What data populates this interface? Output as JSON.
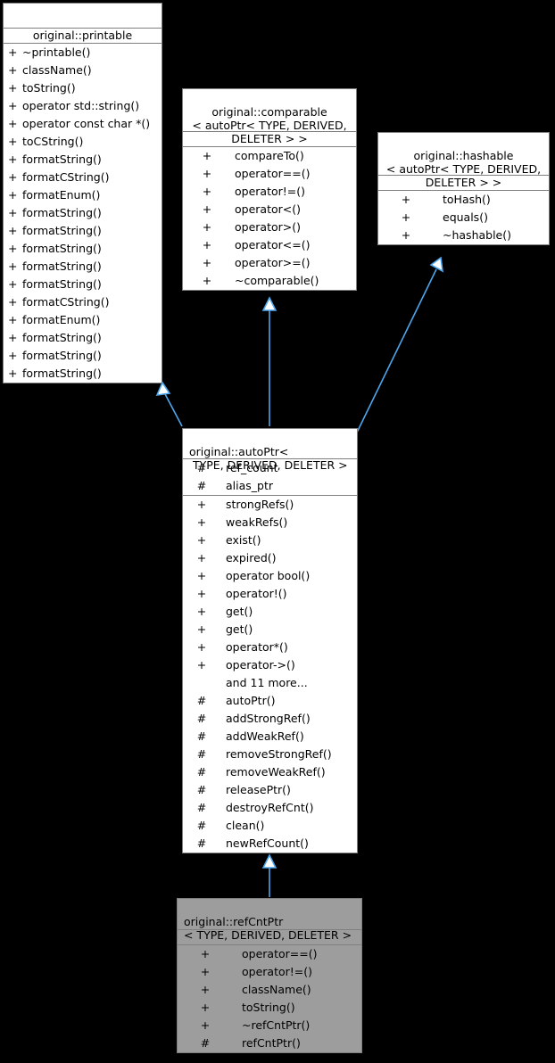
{
  "diagram": {
    "kind": "uml-class-inheritance-diagram",
    "background_color": "#000000",
    "edge_color": "#4ea6ec",
    "box_border_color": "#7f7f7f",
    "box_fill_color": "#ffffff",
    "highlight_fill_color": "#9d9d9d"
  },
  "classes": {
    "printable": {
      "title": "original::printable",
      "template": "",
      "attributes": [],
      "methods": [
        {
          "visibility": "+",
          "name": "~printable()"
        },
        {
          "visibility": "+",
          "name": "className()"
        },
        {
          "visibility": "+",
          "name": "toString()"
        },
        {
          "visibility": "+",
          "name": "operator std::string()"
        },
        {
          "visibility": "+",
          "name": "operator const char *()"
        },
        {
          "visibility": "+",
          "name": "toCString()"
        },
        {
          "visibility": "+",
          "name": "formatString()"
        },
        {
          "visibility": "+",
          "name": "formatCString()"
        },
        {
          "visibility": "+",
          "name": "formatEnum()"
        },
        {
          "visibility": "+",
          "name": "formatString()"
        },
        {
          "visibility": "+",
          "name": "formatString()"
        },
        {
          "visibility": "+",
          "name": "formatString()"
        },
        {
          "visibility": "+",
          "name": "formatString()"
        },
        {
          "visibility": "+",
          "name": "formatString()"
        },
        {
          "visibility": "+",
          "name": "formatCString()"
        },
        {
          "visibility": "+",
          "name": "formatEnum()"
        },
        {
          "visibility": "+",
          "name": "formatString()"
        },
        {
          "visibility": "+",
          "name": "formatString()"
        },
        {
          "visibility": "+",
          "name": "formatString()"
        }
      ]
    },
    "comparable": {
      "title": "original::comparable",
      "template": "< autoPtr< TYPE, DERIVED,\nDELETER > >",
      "attributes": [],
      "methods": [
        {
          "visibility": "+",
          "name": "compareTo()"
        },
        {
          "visibility": "+",
          "name": "operator==()"
        },
        {
          "visibility": "+",
          "name": "operator!=()"
        },
        {
          "visibility": "+",
          "name": "operator<()"
        },
        {
          "visibility": "+",
          "name": "operator>()"
        },
        {
          "visibility": "+",
          "name": "operator<=()"
        },
        {
          "visibility": "+",
          "name": "operator>=()"
        },
        {
          "visibility": "+",
          "name": "~comparable()"
        }
      ]
    },
    "hashable": {
      "title": "original::hashable",
      "template": "< autoPtr< TYPE, DERIVED,\nDELETER > >",
      "attributes": [],
      "methods": [
        {
          "visibility": "+",
          "name": "toHash()"
        },
        {
          "visibility": "+",
          "name": "equals()"
        },
        {
          "visibility": "+",
          "name": "~hashable()"
        }
      ]
    },
    "autoPtr": {
      "title": "original::autoPtr<",
      "template": "TYPE, DERIVED, DELETER >",
      "attributes": [
        {
          "visibility": "#",
          "name": "ref_count"
        },
        {
          "visibility": "#",
          "name": "alias_ptr"
        }
      ],
      "methods": [
        {
          "visibility": "+",
          "name": "strongRefs()"
        },
        {
          "visibility": "+",
          "name": "weakRefs()"
        },
        {
          "visibility": "+",
          "name": "exist()"
        },
        {
          "visibility": "+",
          "name": "expired()"
        },
        {
          "visibility": "+",
          "name": "operator bool()"
        },
        {
          "visibility": "+",
          "name": "operator!()"
        },
        {
          "visibility": "+",
          "name": "get()"
        },
        {
          "visibility": "+",
          "name": "get()"
        },
        {
          "visibility": "+",
          "name": "operator*()"
        },
        {
          "visibility": "+",
          "name": "operator->()"
        },
        {
          "visibility": "",
          "name": "and 11 more..."
        },
        {
          "visibility": "#",
          "name": "autoPtr()"
        },
        {
          "visibility": "#",
          "name": "addStrongRef()"
        },
        {
          "visibility": "#",
          "name": "addWeakRef()"
        },
        {
          "visibility": "#",
          "name": "removeStrongRef()"
        },
        {
          "visibility": "#",
          "name": "removeWeakRef()"
        },
        {
          "visibility": "#",
          "name": "releasePtr()"
        },
        {
          "visibility": "#",
          "name": "destroyRefCnt()"
        },
        {
          "visibility": "#",
          "name": "clean()"
        },
        {
          "visibility": "#",
          "name": "newRefCount()"
        }
      ]
    },
    "refCntPtr": {
      "title": "original::refCntPtr",
      "template": "< TYPE, DERIVED, DELETER >",
      "attributes": [],
      "methods": [
        {
          "visibility": "+",
          "name": "operator==()"
        },
        {
          "visibility": "+",
          "name": "operator!=()"
        },
        {
          "visibility": "+",
          "name": "className()"
        },
        {
          "visibility": "+",
          "name": "toString()"
        },
        {
          "visibility": "+",
          "name": "~refCntPtr()"
        },
        {
          "visibility": "#",
          "name": "refCntPtr()"
        }
      ]
    }
  },
  "relationships": [
    {
      "from": "autoPtr",
      "to": "printable",
      "type": "generalization"
    },
    {
      "from": "autoPtr",
      "to": "comparable",
      "type": "generalization"
    },
    {
      "from": "autoPtr",
      "to": "hashable",
      "type": "generalization"
    },
    {
      "from": "refCntPtr",
      "to": "autoPtr",
      "type": "generalization"
    }
  ]
}
